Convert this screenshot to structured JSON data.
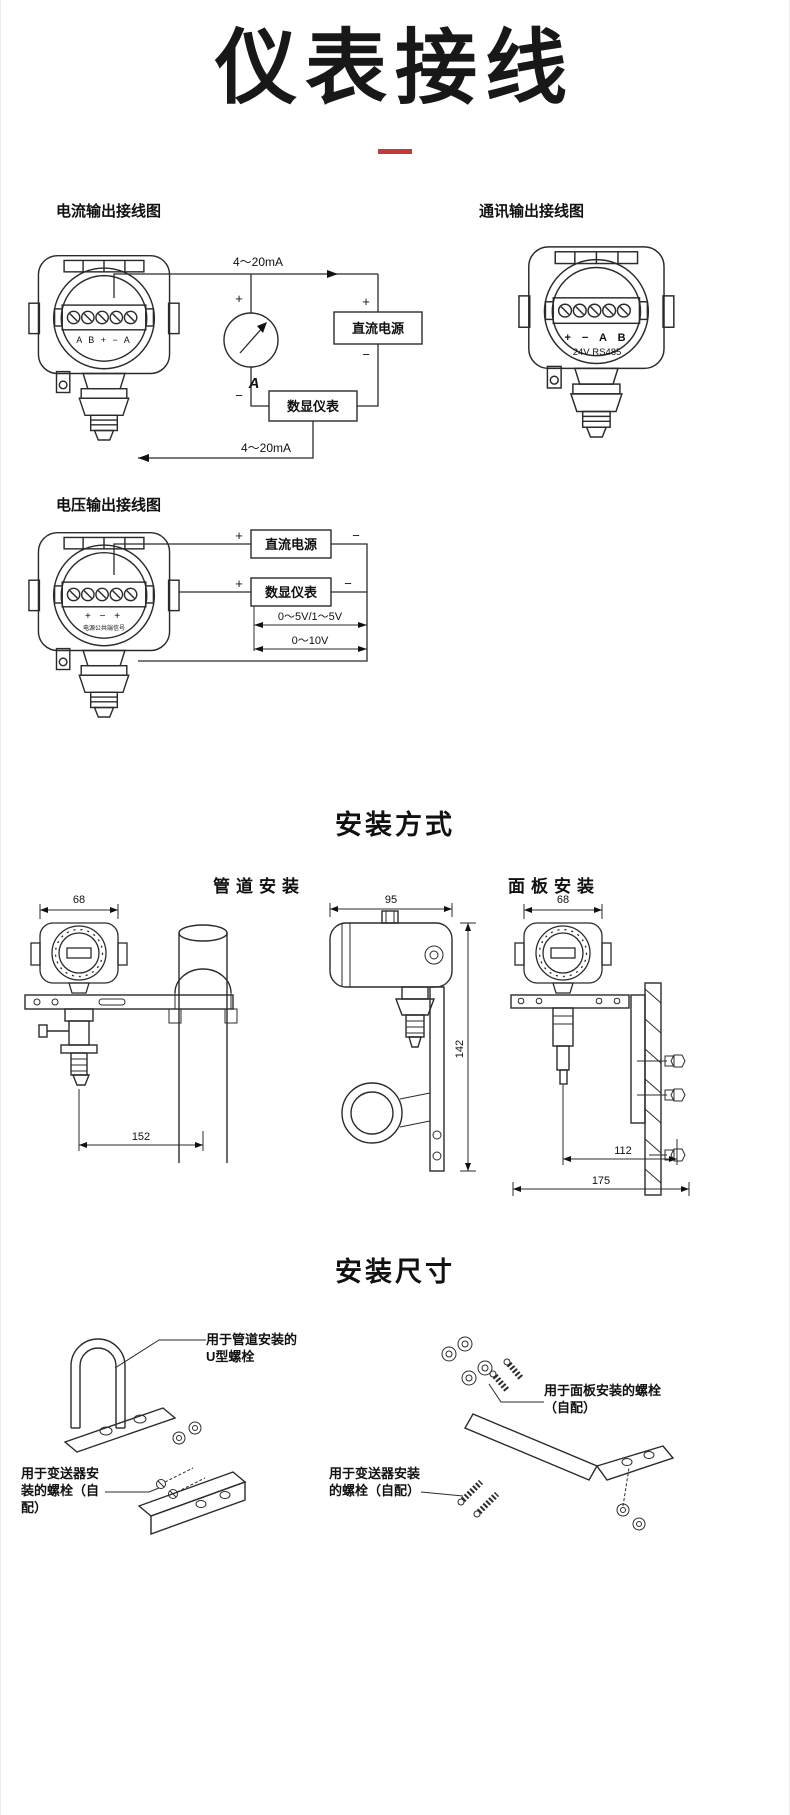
{
  "page": {
    "title": "仪表接线"
  },
  "colors": {
    "accent_red": "#c23b3b",
    "line": "#2b2b2b"
  },
  "wiring": {
    "current": {
      "label": "电流输出接线图",
      "signal_top": "4～20mA",
      "signal_bottom": "4～20mA",
      "plus": "+",
      "minus": "−",
      "ammeter": "A",
      "dc_power": "直流电源",
      "display": "数显仪表",
      "terminals": "A B + − A"
    },
    "comm": {
      "label": "通讯输出接线图",
      "terminal_row1": "+  −  A  B",
      "terminal_row2": "24V   RS485"
    },
    "voltage": {
      "label": "电压输出接线图",
      "plus": "+",
      "minus": "−",
      "dc_power": "直流电源",
      "display": "数显仪表",
      "range1": "0～5V/1～5V",
      "range2": "0～10V",
      "terminal_signs": "+ − +",
      "terminal_note": "电源公共端信号"
    }
  },
  "installation": {
    "heading": "安装方式",
    "pipe": {
      "label": "管道安装",
      "dim_width": "68",
      "dim_length": "152"
    },
    "bracket": {
      "dim_width": "95",
      "dim_height": "142"
    },
    "panel": {
      "label": "面板安装",
      "dim_width": "68",
      "dim_inner": "112",
      "dim_outer": "175"
    }
  },
  "mounting": {
    "heading": "安装尺寸",
    "callout_u_bolt": "用于管道安装的U型螺栓",
    "callout_bolt_left": "用于变送器安装的螺栓（自配）",
    "callout_panel_bolt": "用于面板安装的螺栓（自配）",
    "callout_bolt_right": "用于变送器安装的螺栓（自配）"
  }
}
